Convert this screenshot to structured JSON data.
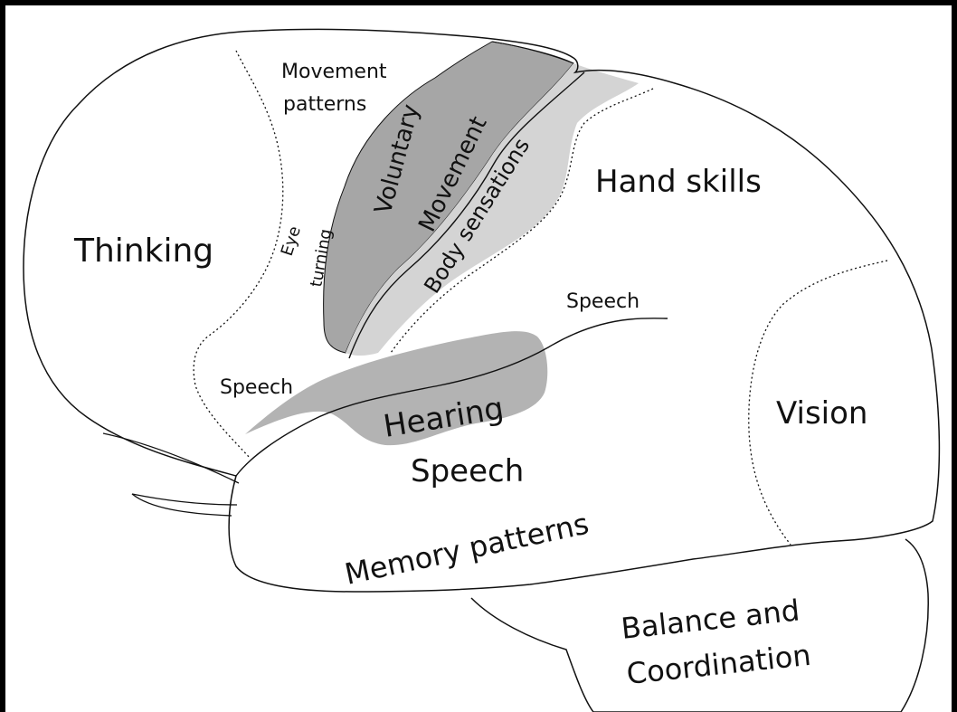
{
  "colors": {
    "background": "#ffffff",
    "frame": "#000000",
    "outline": "#111111",
    "motor_strip": "#a6a6a6",
    "sensory_strip": "#d4d4d4",
    "hearing_region": "#b3b3b3"
  },
  "labels": {
    "movement_patterns_line1": "Movement",
    "movement_patterns_line2": "patterns",
    "voluntary_movement_line1": "Voluntary",
    "voluntary_movement_line2": "Movement",
    "body_sensations": "Body sensations",
    "hand_skills": "Hand skills",
    "thinking": "Thinking",
    "eye_turning_line1": "Eye",
    "eye_turning_line2": "turning",
    "speech_upper_right": "Speech",
    "speech_left": "Speech",
    "hearing": "Hearing",
    "speech_temporal": "Speech",
    "vision": "Vision",
    "memory_patterns": "Memory patterns",
    "balance_line1": "Balance and",
    "balance_line2": "Coordination"
  }
}
